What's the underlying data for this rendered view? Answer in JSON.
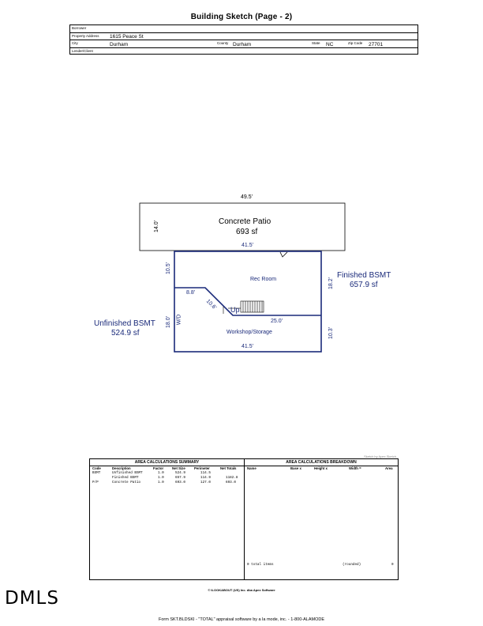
{
  "title": "Building Sketch (Page - 2)",
  "header": {
    "borrower_label": "Borrower",
    "borrower": "",
    "address_label": "Property Address",
    "address": "1615 Peace St",
    "city_label": "City",
    "city": "Durham",
    "county_label": "County",
    "county": "Durham",
    "state_label": "State",
    "state": "NC",
    "zip_label": "Zip Code",
    "zip": "27701",
    "lender_label": "Lender/Client",
    "lender": ""
  },
  "sketch": {
    "patio_top": "49.5'",
    "patio_side": "14.0'",
    "patio_name": "Concrete Patio",
    "patio_area": "693 sf",
    "mid_width": "41.5'",
    "left_upper": "10.5'",
    "left_lower": "18.0'",
    "right_upper": "18.2'",
    "right_lower": "10.3'",
    "bottom_width": "41.5'",
    "step_horizontal": "8.8'",
    "diagonal": "10.6'",
    "inner_width": "25.0'",
    "rec_room": "Rec Room",
    "workshop": "Workshop/Storage",
    "wd": "W/D",
    "up": "Up",
    "finished_label": "Finished BSMT",
    "finished_area": "657.9 sf",
    "unfinished_label": "Unfinished BSMT",
    "unfinished_area": "524.9 sf"
  },
  "summary": {
    "credit": "Sketch by Apex Sketch",
    "summary_title": "AREA CALCULATIONS SUMMARY",
    "breakdown_title": "AREA CALCULATIONS BREAKDOWN",
    "cols": [
      "Code",
      "Description",
      "Factor",
      "Net Size",
      "Perimeter",
      "Net Totals"
    ],
    "rows": [
      [
        "BSMT",
        "Unfinished BSMT",
        "1.0",
        "524.9",
        "114.5",
        ""
      ],
      [
        "",
        "Finished BSMT",
        "1.0",
        "657.9",
        "114.9",
        "1182.8"
      ],
      [
        "P/P",
        "Concrete Patio",
        "1.0",
        "693.0",
        "127.0",
        "693.0"
      ]
    ],
    "bcols": [
      "Name",
      "Base  x",
      "Height  x",
      "Width  =",
      "Area"
    ],
    "total_items": "0 total items",
    "rounded": "(rounded)",
    "total_value": "0"
  },
  "copyright": "© ILOOKABOUT (US) Inc. dba Apex Software",
  "logo": "DMLS",
  "footer": "Form SKT.BLDSKI - \"TOTAL\" appraisal software by a la mode, inc. - 1-800-ALAMODE"
}
